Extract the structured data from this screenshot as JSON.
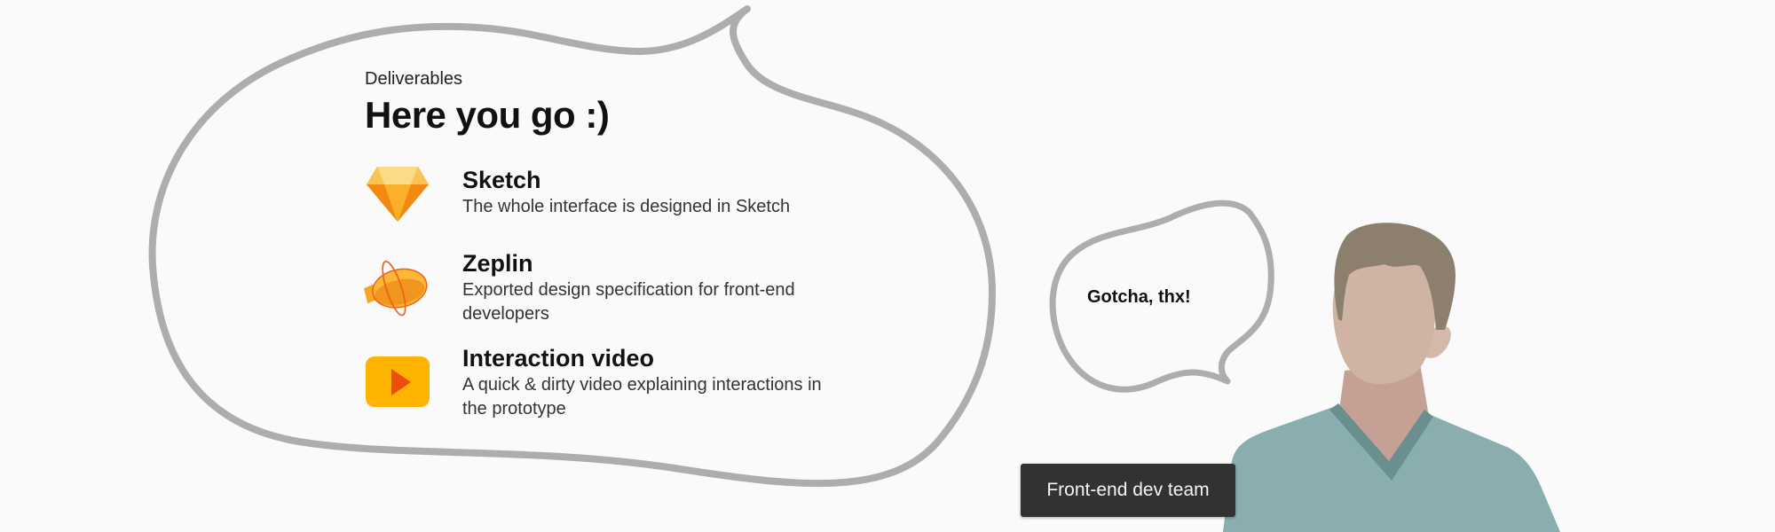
{
  "header": {
    "eyebrow": "Deliverables",
    "title": "Here you go :)"
  },
  "deliverables": [
    {
      "title": "Sketch",
      "description": "The whole interface is designed in Sketch",
      "icon": "sketch-diamond-icon"
    },
    {
      "title": "Zeplin",
      "description": "Exported design specification for front-end developers",
      "icon": "zeplin-blimp-icon"
    },
    {
      "title": "Interaction video",
      "description": "A quick & dirty video explaining interactions in the prototype",
      "icon": "play-video-icon"
    }
  ],
  "reply_bubble": {
    "text": "Gotcha, thx!"
  },
  "team_button": {
    "label": "Front-end dev team"
  },
  "colors": {
    "background": "#fafafa",
    "bubble_stroke": "#adadad",
    "sketch_orange": "#f7a31d",
    "video_yellow": "#fdb300",
    "person_shirt": "#8aaeb0",
    "button_bg": "#323232"
  }
}
